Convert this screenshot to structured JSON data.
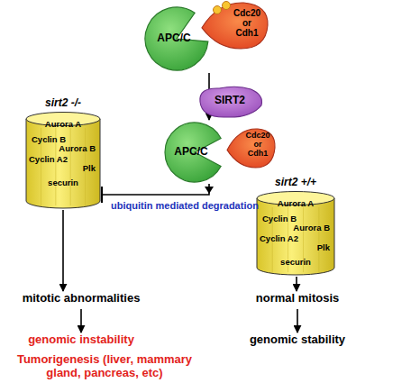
{
  "diagram": {
    "nodes": [
      {
        "text": [
          "APC/C"
        ]
      },
      {
        "text": [
          "Cdc20 or Cdh1"
        ]
      },
      {
        "text": [
          "SIRT2"
        ]
      },
      {
        "text": [
          "APC/C"
        ]
      },
      {
        "text": [
          "Cdc20 or Cdh1"
        ]
      },
      {
        "text": [
          "sirt2 -/-",
          "Aurora A",
          "Cyclin B",
          "Aurora B",
          "Cyclin A2",
          "Plk",
          "securin"
        ]
      },
      {
        "text": [
          "sirt2 +/+",
          "Aurora A",
          "Cyclin B",
          "Aurora B",
          "Cyclin A2",
          "Plk",
          "securin"
        ]
      },
      {
        "text": [
          "mitotic abnormalities"
        ]
      },
      {
        "text": [
          "genomic instability"
        ]
      },
      {
        "text": [
          "Tumorigenesis (liver, mammary gland, pancreas, etc)"
        ]
      },
      {
        "text": [
          "normal mitosis"
        ]
      },
      {
        "text": [
          "genomic stability"
        ]
      }
    ],
    "edges": [
      {
        "from": 0,
        "to": 3,
        "arrow": "to"
      },
      {
        "from": 3,
        "to": 5,
        "label": "ubiquitin mediated degradation",
        "arrow": "none"
      },
      {
        "from": 5,
        "to": 7,
        "arrow": "to"
      },
      {
        "from": 7,
        "to": 8,
        "arrow": "to"
      },
      {
        "from": 6,
        "to": 10,
        "arrow": "to"
      },
      {
        "from": 10,
        "to": 11,
        "arrow": "to"
      }
    ]
  }
}
